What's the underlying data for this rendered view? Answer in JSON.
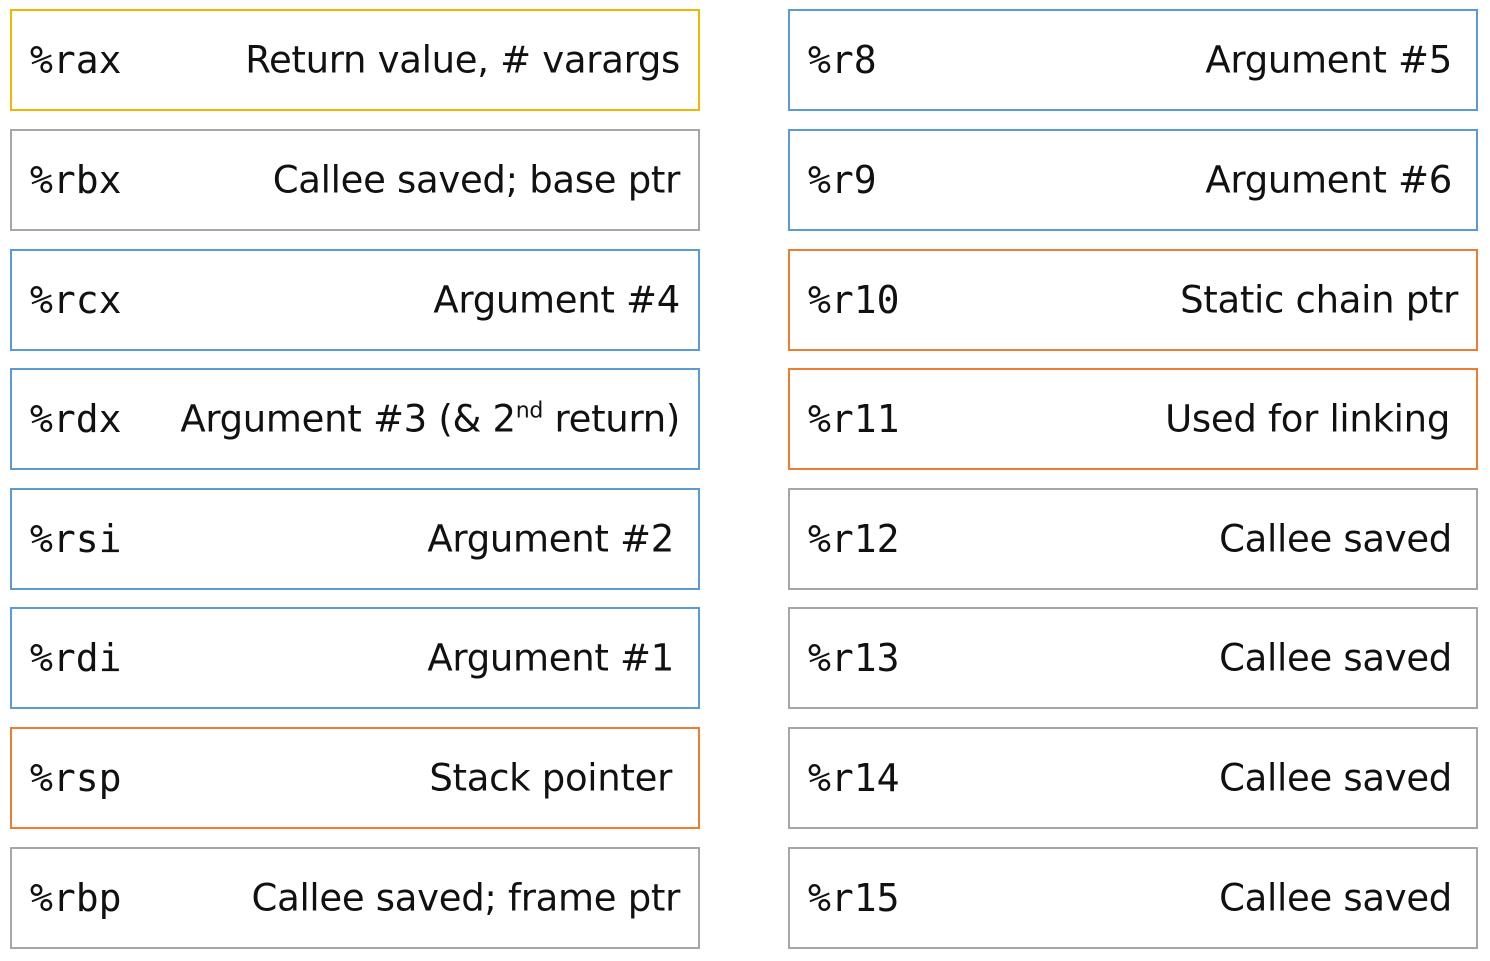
{
  "colors": {
    "return": "#f2b600",
    "argument": "#5b9bd5",
    "special": "#ed7d31",
    "callee_saved": "#a6a6a6"
  },
  "left_registers": [
    {
      "name": "%rax",
      "desc": "Return value, # varargs",
      "category": "return"
    },
    {
      "name": "%rbx",
      "desc": "Callee saved; base ptr",
      "category": "callee_saved"
    },
    {
      "name": "%rcx",
      "desc": "Argument #4",
      "category": "argument"
    },
    {
      "name": "%rdx",
      "desc_prefix": "Argument #3 (& 2",
      "desc_sup": "nd",
      "desc_suffix": " return)",
      "category": "argument"
    },
    {
      "name": "%rsi",
      "desc": "Argument #2",
      "category": "argument"
    },
    {
      "name": "%rdi",
      "desc": "Argument #1",
      "category": "argument"
    },
    {
      "name": "%rsp",
      "desc": "Stack pointer",
      "category": "special"
    },
    {
      "name": "%rbp",
      "desc": "Callee saved; frame ptr",
      "category": "callee_saved"
    }
  ],
  "right_registers": [
    {
      "name": "%r8",
      "desc": "Argument #5",
      "category": "argument"
    },
    {
      "name": "%r9",
      "desc": "Argument #6",
      "category": "argument"
    },
    {
      "name": "%r10",
      "desc": "Static chain ptr",
      "category": "special"
    },
    {
      "name": "%r11",
      "desc": "Used for linking",
      "category": "special"
    },
    {
      "name": "%r12",
      "desc": "Callee saved",
      "category": "callee_saved"
    },
    {
      "name": "%r13",
      "desc": "Callee saved",
      "category": "callee_saved"
    },
    {
      "name": "%r14",
      "desc": "Callee saved",
      "category": "callee_saved"
    },
    {
      "name": "%r15",
      "desc": "Callee saved",
      "category": "callee_saved"
    }
  ]
}
